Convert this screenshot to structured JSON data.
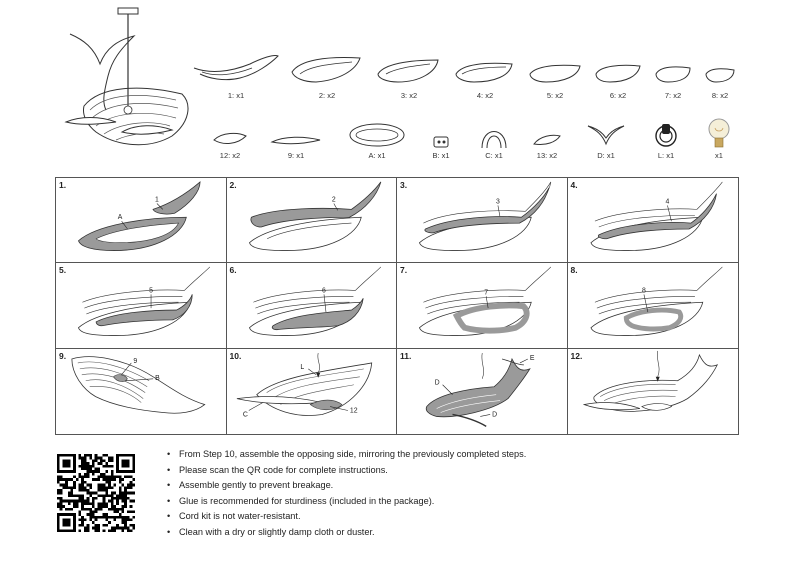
{
  "parts": [
    {
      "name": "part-1",
      "label": "1: x1"
    },
    {
      "name": "part-2",
      "label": "2: x2"
    },
    {
      "name": "part-3",
      "label": "3: x2"
    },
    {
      "name": "part-4",
      "label": "4: x2"
    },
    {
      "name": "part-5",
      "label": "5: x2"
    },
    {
      "name": "part-6",
      "label": "6: x2"
    },
    {
      "name": "part-7",
      "label": "7: x2"
    },
    {
      "name": "part-8",
      "label": "8: x2"
    },
    {
      "name": "part-12",
      "label": "12: x2"
    },
    {
      "name": "part-9",
      "label": "9: x1"
    },
    {
      "name": "part-a",
      "label": "A: x1"
    },
    {
      "name": "part-b",
      "label": "B: x1"
    },
    {
      "name": "part-c",
      "label": "C: x1"
    },
    {
      "name": "part-13",
      "label": "13: x2"
    },
    {
      "name": "part-d",
      "label": "D: x1"
    },
    {
      "name": "part-l",
      "label": "L: x1"
    },
    {
      "name": "part-bulb",
      "label": "x1"
    }
  ],
  "steps": [
    {
      "number": "1.",
      "callouts": [
        "1",
        "A"
      ]
    },
    {
      "number": "2.",
      "callouts": [
        "2"
      ]
    },
    {
      "number": "3.",
      "callouts": [
        "3"
      ]
    },
    {
      "number": "4.",
      "callouts": [
        "4"
      ]
    },
    {
      "number": "5.",
      "callouts": [
        "5"
      ]
    },
    {
      "number": "6.",
      "callouts": [
        "6"
      ]
    },
    {
      "number": "7.",
      "callouts": [
        "7"
      ]
    },
    {
      "number": "8.",
      "callouts": [
        "8"
      ]
    },
    {
      "number": "9.",
      "callouts": [
        "9",
        "B"
      ]
    },
    {
      "number": "10.",
      "callouts": [
        "L",
        "C",
        "12"
      ]
    },
    {
      "number": "11.",
      "callouts": [
        "D",
        "E",
        "D"
      ]
    },
    {
      "number": "12.",
      "callouts": []
    }
  ],
  "notes": [
    "From Step 10, assemble the opposing side, mirroring the previously completed steps.",
    "Please scan the QR code for complete instructions.",
    "Assemble gently to prevent breakage.",
    "Glue is recommended for sturdiness (included in the package).",
    "Cord kit is not water-resistant.",
    "Clean with a dry or slightly damp cloth or duster."
  ],
  "colors": {
    "line": "#333333",
    "highlight": "#9a9a9a",
    "border": "#555555"
  }
}
